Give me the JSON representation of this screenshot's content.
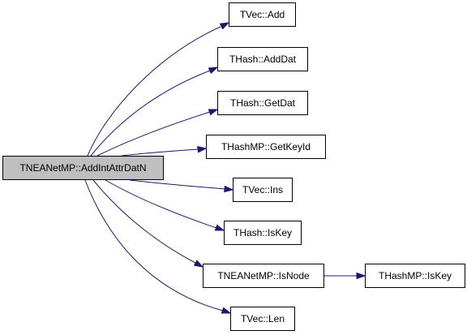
{
  "diagram": {
    "type": "call-graph",
    "colors": {
      "edge": "#191970",
      "root_fill": "#bfbfbf",
      "node_fill": "#ffffff",
      "border": "#000000"
    },
    "root": {
      "id": "root",
      "label": "TNEANetMP::AddIntAttrDatN"
    },
    "nodes": [
      {
        "id": "tvec-add",
        "label": "TVec::Add"
      },
      {
        "id": "thash-adddat",
        "label": "THash::AddDat"
      },
      {
        "id": "thash-getdat",
        "label": "THash::GetDat"
      },
      {
        "id": "thashmp-getkeyid",
        "label": "THashMP::GetKeyId"
      },
      {
        "id": "tvec-ins",
        "label": "TVec::Ins"
      },
      {
        "id": "thash-iskey",
        "label": "THash::IsKey"
      },
      {
        "id": "tneanetmp-isnode",
        "label": "TNEANetMP::IsNode"
      },
      {
        "id": "tvec-len",
        "label": "TVec::Len"
      },
      {
        "id": "thashmp-iskey",
        "label": "THashMP::IsKey"
      }
    ],
    "edges": [
      {
        "from": "root",
        "to": "tvec-add"
      },
      {
        "from": "root",
        "to": "thash-adddat"
      },
      {
        "from": "root",
        "to": "thash-getdat"
      },
      {
        "from": "root",
        "to": "thashmp-getkeyid"
      },
      {
        "from": "root",
        "to": "tvec-ins"
      },
      {
        "from": "root",
        "to": "thash-iskey"
      },
      {
        "from": "root",
        "to": "tneanetmp-isnode"
      },
      {
        "from": "root",
        "to": "tvec-len"
      },
      {
        "from": "tneanetmp-isnode",
        "to": "thashmp-iskey"
      }
    ]
  }
}
